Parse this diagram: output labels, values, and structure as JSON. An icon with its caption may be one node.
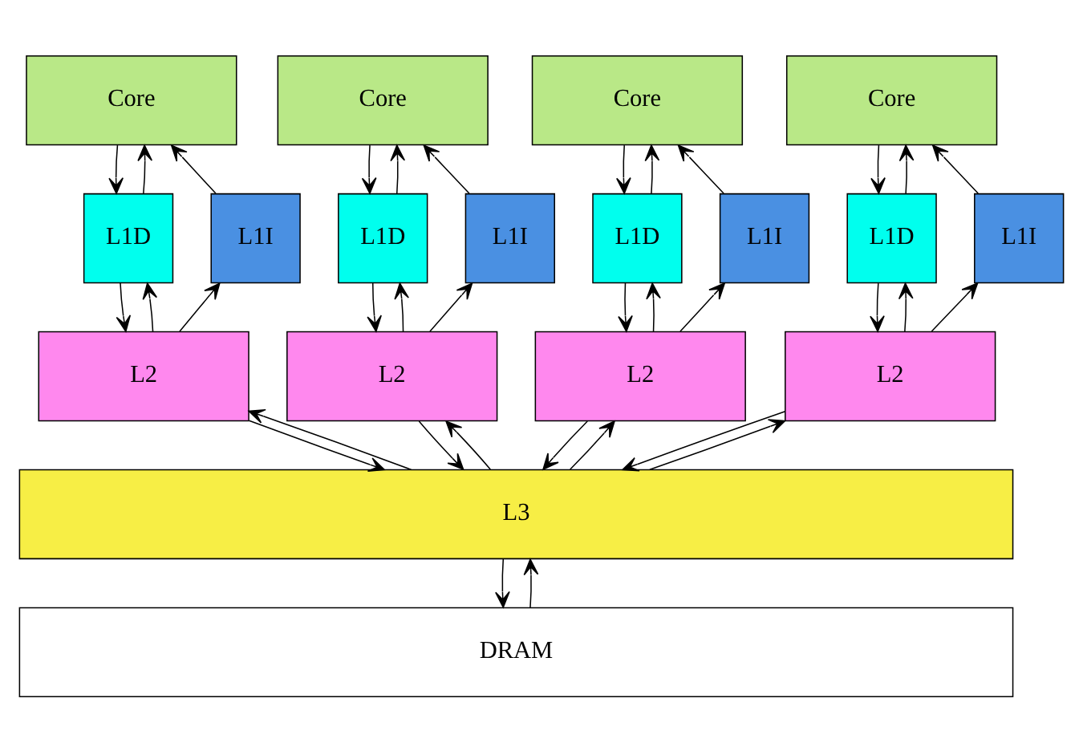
{
  "diagram": {
    "nodes": [
      {
        "text": [
          "Core"
        ]
      },
      {
        "text": [
          "Core"
        ]
      },
      {
        "text": [
          "Core"
        ]
      },
      {
        "text": [
          "Core"
        ]
      },
      {
        "text": [
          "L1D"
        ]
      },
      {
        "text": [
          "L1I"
        ]
      },
      {
        "text": [
          "L1D"
        ]
      },
      {
        "text": [
          "L1I"
        ]
      },
      {
        "text": [
          "L1D"
        ]
      },
      {
        "text": [
          "L1I"
        ]
      },
      {
        "text": [
          "L1D"
        ]
      },
      {
        "text": [
          "L1I"
        ]
      },
      {
        "text": [
          "L2"
        ]
      },
      {
        "text": [
          "L2"
        ]
      },
      {
        "text": [
          "L2"
        ]
      },
      {
        "text": [
          "L2"
        ]
      },
      {
        "text": [
          "L3"
        ]
      },
      {
        "text": [
          "DRAM"
        ]
      }
    ],
    "edges": [
      {
        "from": 0,
        "to": 4,
        "arrow": "to"
      },
      {
        "from": 4,
        "to": 0,
        "arrow": "to"
      },
      {
        "from": 5,
        "to": 0,
        "arrow": "to"
      },
      {
        "from": 4,
        "to": 12,
        "arrow": "to"
      },
      {
        "from": 12,
        "to": 4,
        "arrow": "to"
      },
      {
        "from": 12,
        "to": 5,
        "arrow": "to"
      },
      {
        "from": 12,
        "to": 16,
        "arrow": "to"
      },
      {
        "from": 16,
        "to": 12,
        "arrow": "to"
      },
      {
        "from": 1,
        "to": 6,
        "arrow": "to"
      },
      {
        "from": 6,
        "to": 1,
        "arrow": "to"
      },
      {
        "from": 7,
        "to": 1,
        "arrow": "to"
      },
      {
        "from": 6,
        "to": 13,
        "arrow": "to"
      },
      {
        "from": 13,
        "to": 6,
        "arrow": "to"
      },
      {
        "from": 13,
        "to": 7,
        "arrow": "to"
      },
      {
        "from": 13,
        "to": 16,
        "arrow": "to"
      },
      {
        "from": 16,
        "to": 13,
        "arrow": "to"
      },
      {
        "from": 2,
        "to": 8,
        "arrow": "to"
      },
      {
        "from": 8,
        "to": 2,
        "arrow": "to"
      },
      {
        "from": 9,
        "to": 2,
        "arrow": "to"
      },
      {
        "from": 8,
        "to": 14,
        "arrow": "to"
      },
      {
        "from": 14,
        "to": 8,
        "arrow": "to"
      },
      {
        "from": 14,
        "to": 9,
        "arrow": "to"
      },
      {
        "from": 14,
        "to": 16,
        "arrow": "to"
      },
      {
        "from": 16,
        "to": 14,
        "arrow": "to"
      },
      {
        "from": 3,
        "to": 10,
        "arrow": "to"
      },
      {
        "from": 10,
        "to": 3,
        "arrow": "to"
      },
      {
        "from": 11,
        "to": 3,
        "arrow": "to"
      },
      {
        "from": 10,
        "to": 15,
        "arrow": "to"
      },
      {
        "from": 15,
        "to": 10,
        "arrow": "to"
      },
      {
        "from": 15,
        "to": 11,
        "arrow": "to"
      },
      {
        "from": 15,
        "to": 16,
        "arrow": "to"
      },
      {
        "from": 16,
        "to": 15,
        "arrow": "to"
      },
      {
        "from": 16,
        "to": 17,
        "arrow": "to"
      },
      {
        "from": 17,
        "to": 16,
        "arrow": "to"
      }
    ]
  }
}
